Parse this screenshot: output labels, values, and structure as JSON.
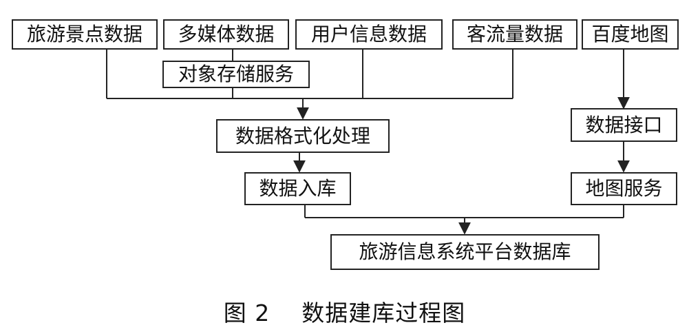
{
  "nodes": {
    "src_scenic": "旅游景点数据",
    "src_media": "多媒体数据",
    "src_user": "用户信息数据",
    "src_flow": "客流量数据",
    "src_baidu_map": "百度地图",
    "object_storage": "对象存储服务",
    "data_format": "数据格式化处理",
    "data_interface": "数据接口",
    "data_import": "数据入库",
    "map_service": "地图服务",
    "platform_db": "旅游信息系统平台数据库"
  },
  "edges": [
    {
      "from": "src_scenic",
      "to": "data_format"
    },
    {
      "from": "src_media",
      "to": "object_storage"
    },
    {
      "from": "object_storage",
      "to": "data_format"
    },
    {
      "from": "src_user",
      "to": "data_format"
    },
    {
      "from": "src_flow",
      "to": "data_format"
    },
    {
      "from": "src_baidu_map",
      "to": "data_interface"
    },
    {
      "from": "data_format",
      "to": "data_import"
    },
    {
      "from": "data_interface",
      "to": "map_service"
    },
    {
      "from": "data_import",
      "to": "platform_db"
    },
    {
      "from": "map_service",
      "to": "platform_db"
    }
  ],
  "caption": "图 2    数据建库过程图",
  "colors": {
    "line": "#222222",
    "background": "#ffffff"
  }
}
